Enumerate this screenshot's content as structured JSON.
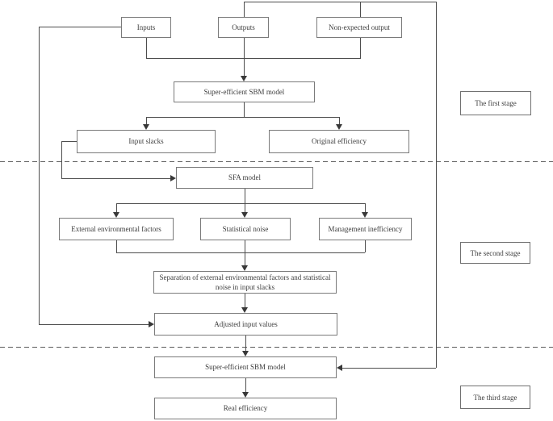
{
  "figure": {
    "type": "flowchart",
    "nodes": {
      "inputs": {
        "label": "Inputs"
      },
      "outputs": {
        "label": "Outputs"
      },
      "non_expected_output": {
        "label": "Non-expected output"
      },
      "sbm_model_stage1": {
        "label": "Super-efficient SBM model"
      },
      "input_slacks": {
        "label": "Input slacks"
      },
      "original_efficiency": {
        "label": "Original efficiency"
      },
      "sfa_model": {
        "label": "SFA model"
      },
      "external_environmental_factors": {
        "label": "External environmental factors"
      },
      "statistical_noise": {
        "label": "Statistical noise"
      },
      "management_inefficiency": {
        "label": "Management inefficiency"
      },
      "separation": {
        "label": "Separation of external environmental factors and statistical noise in input slacks"
      },
      "adjusted_input_values": {
        "label": "Adjusted input values"
      },
      "sbm_model_stage3": {
        "label": "Super-efficient SBM model"
      },
      "real_efficiency": {
        "label": "Real efficiency"
      }
    },
    "stages": {
      "first": {
        "label": "The first stage"
      },
      "second": {
        "label": "The second stage"
      },
      "third": {
        "label": "The third stage"
      }
    },
    "colors": {
      "background": "#ffffff",
      "box_border": "#7a7a7a",
      "connector": "#4d4d4d",
      "arrowhead": "#383838",
      "text": "#3d3d3d"
    }
  }
}
